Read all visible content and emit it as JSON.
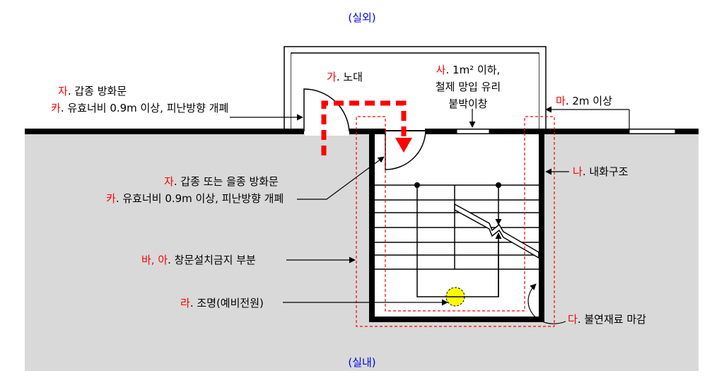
{
  "outside_label": "(실외)",
  "inside_label": "(실내)",
  "colors": {
    "accent": "#ff0000",
    "outside_inside": "#0000ee",
    "indoor_fill": "#d9d9d9",
    "light": "#ffff00"
  },
  "labels": {
    "outer_door": {
      "line1_key": "자",
      "line1_text": ". 갑종 방화문",
      "line2_key": "카",
      "line2_text": ". 유효너비 0.9m 이상, 피난방향 개폐"
    },
    "balcony": {
      "key": "가",
      "text": ". 노대"
    },
    "window": {
      "key": "사",
      "line1_text": ". 1m² 이하,",
      "line2": "철제 망입 유리",
      "line3": "붙박이창"
    },
    "distance": {
      "key": "마",
      "text": ". 2m 이상"
    },
    "inner_door": {
      "line1_key": "자",
      "line1_text": ". 갑종 또는 을종 방화문",
      "line2_key": "카",
      "line2_text": ". 유효너비 0.9m 이상, 피난방향 개폐"
    },
    "fireproof": {
      "key": "나",
      "text": ". 내화구조"
    },
    "no_window": {
      "key": "바, 아",
      "text": ". 창문설치금지 부분"
    },
    "lighting": {
      "key": "라",
      "text": ". 조명(예비전원)"
    },
    "finish": {
      "key": "다",
      "text": ". 불연재료 마감"
    }
  }
}
